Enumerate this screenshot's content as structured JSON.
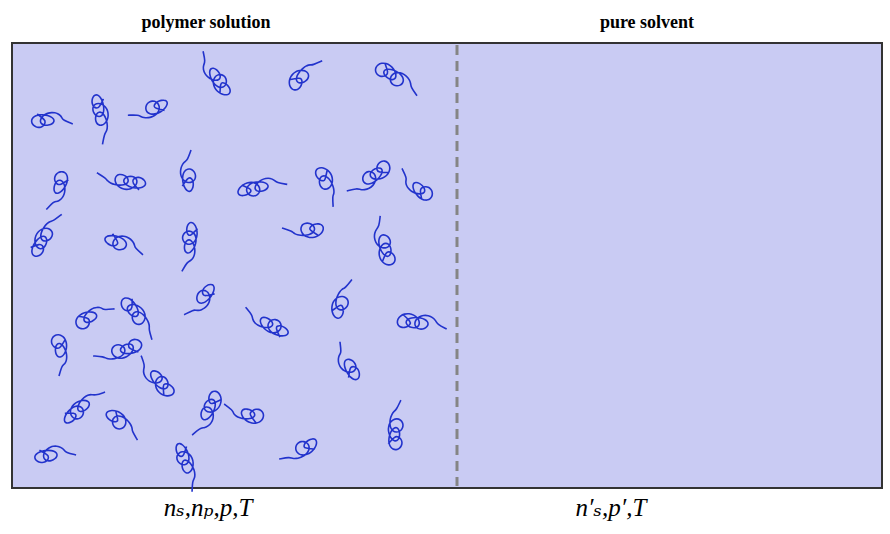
{
  "diagram": {
    "nodes": [
      {
        "text": [
          "polymer solution",
          "nₛ,nₚ,p,T"
        ]
      },
      {
        "text": [
          "pure solvent",
          "n′ₛ,p′,T"
        ]
      }
    ]
  }
}
